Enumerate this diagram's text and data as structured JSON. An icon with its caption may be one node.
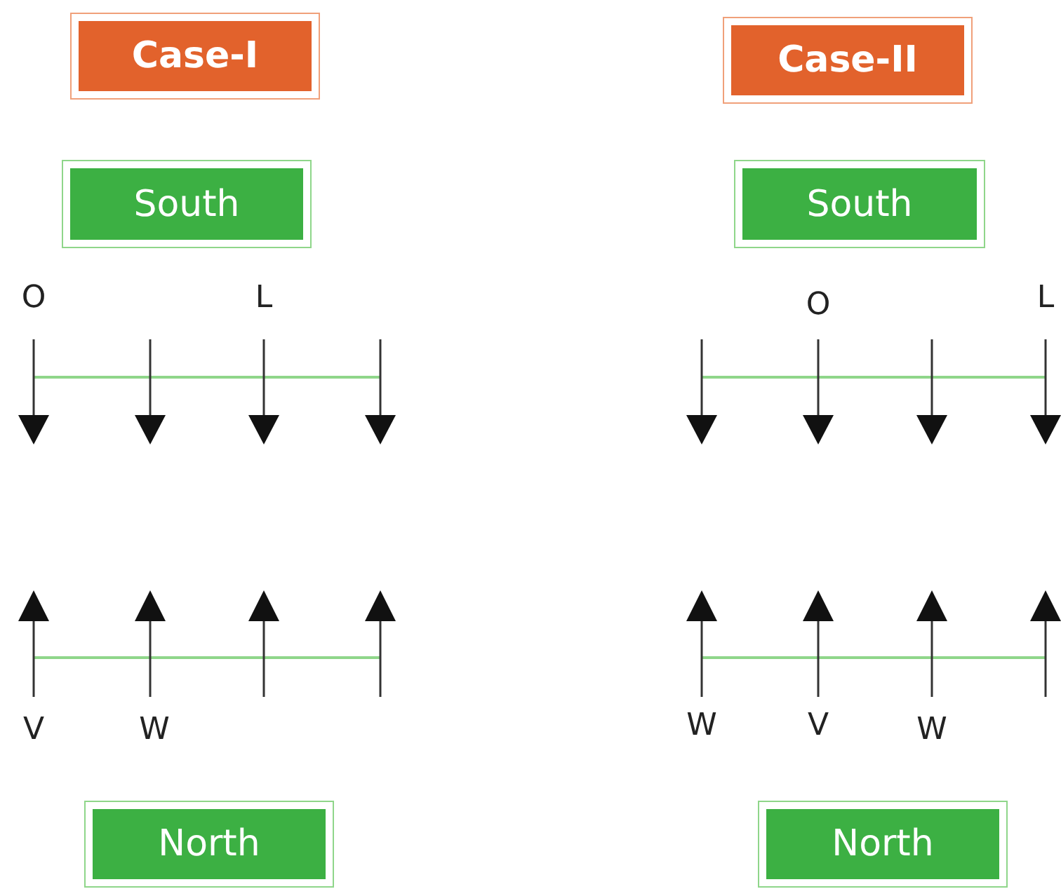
{
  "diagram": {
    "nodes": [
      {
        "text": [
          "Case-I"
        ]
      },
      {
        "text": [
          "South"
        ]
      },
      {
        "text": [
          "North"
        ]
      },
      {
        "text": [
          "Case-II"
        ]
      },
      {
        "text": [
          "South"
        ]
      },
      {
        "text": [
          "North"
        ]
      }
    ],
    "labels": [
      "O",
      "L",
      "V",
      "W",
      "O",
      "L",
      "W",
      "V",
      "W"
    ]
  }
}
